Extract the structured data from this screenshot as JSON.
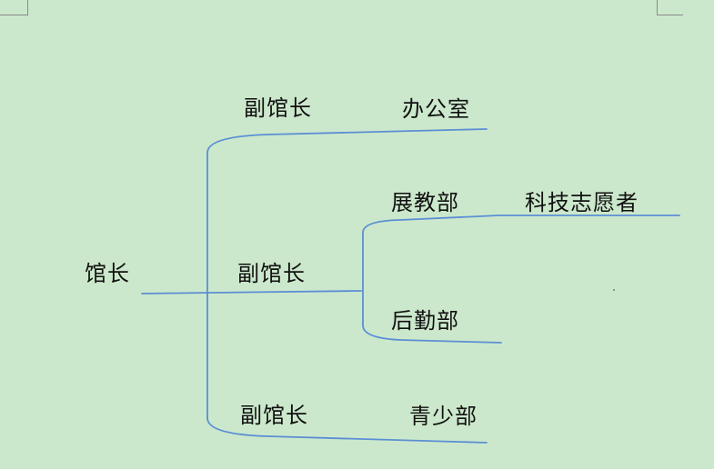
{
  "diagram": {
    "root": "馆长",
    "deputies": [
      "副馆长",
      "副馆长",
      "副馆长"
    ],
    "office": "办公室",
    "exhibition_education": "展教部",
    "tech_volunteers": "科技志愿者",
    "logistics": "后勤部",
    "youth": "青少部"
  },
  "style": {
    "background": "#cce8cc",
    "line_color": "#5b8fd4",
    "text_color": "#111111"
  }
}
